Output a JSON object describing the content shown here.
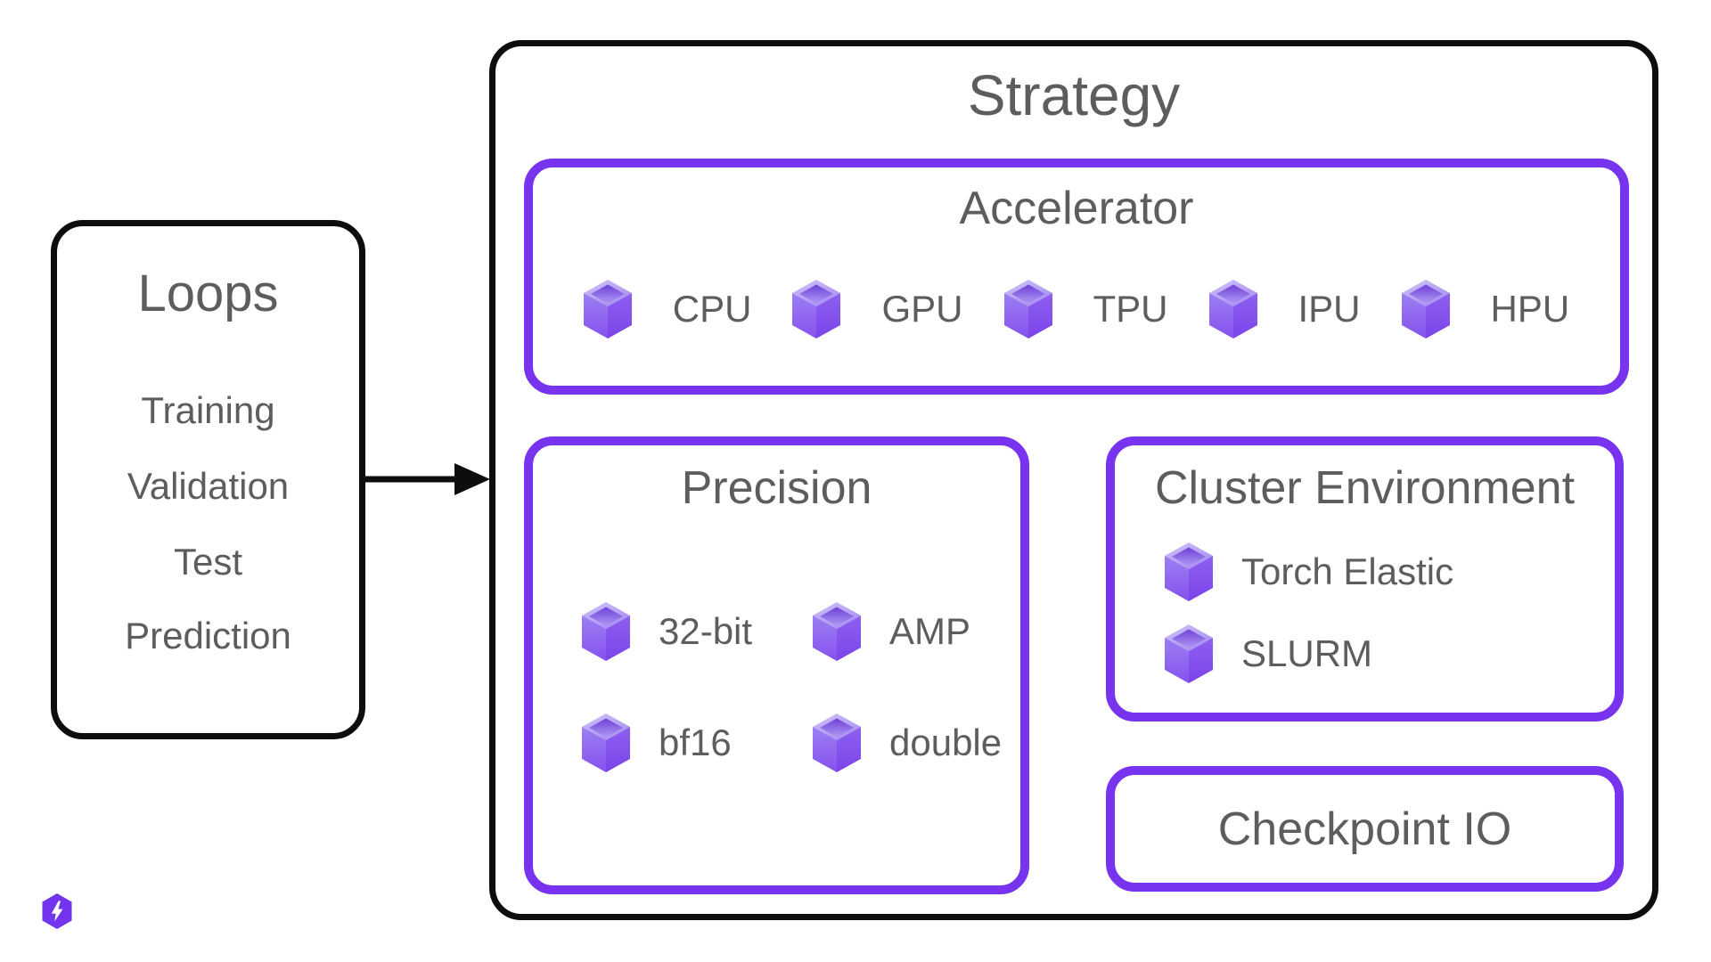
{
  "colors": {
    "background": "#ffffff",
    "outline_black": "#0d0d0d",
    "outline_purple": "#7733ee",
    "text_gray": "#5d5d5d",
    "cube_purple": "#8a5cf0",
    "logo_purple": "#7334ee"
  },
  "loops_box": {
    "title": "Loops",
    "items": [
      "Training",
      "Validation",
      "Test",
      "Prediction"
    ]
  },
  "strategy_box": {
    "title": "Strategy",
    "accelerator_box": {
      "title": "Accelerator",
      "items": [
        "CPU",
        "GPU",
        "TPU",
        "IPU",
        "HPU"
      ]
    },
    "precision_box": {
      "title": "Precision",
      "items": [
        "32-bit",
        "AMP",
        "bf16",
        "double"
      ]
    },
    "cluster_environment_box": {
      "title": "Cluster Environment",
      "items": [
        "Torch Elastic",
        "SLURM"
      ]
    },
    "checkpoint_io_box": {
      "title": "Checkpoint IO"
    }
  },
  "icons": {
    "item_icon": "purple-3d-cube",
    "footer_logo": "lightning-hexagon-bolt"
  }
}
